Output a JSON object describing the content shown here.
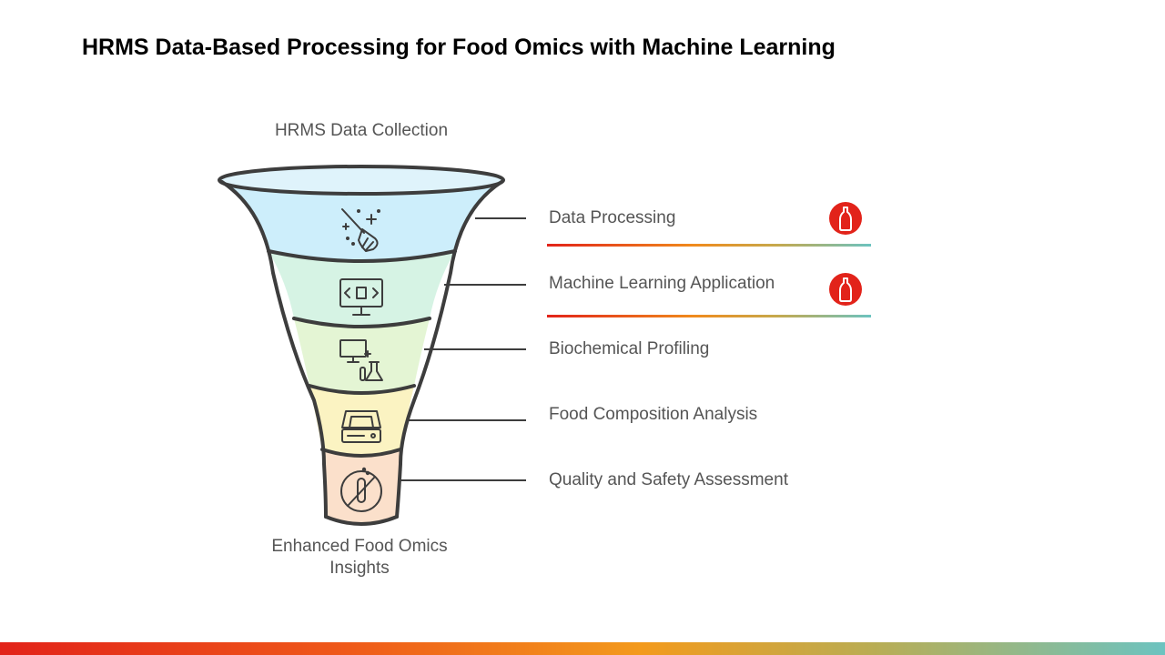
{
  "title": "HRMS Data-Based Processing for Food Omics with Machine Learning",
  "funnel": {
    "top_label": "HRMS Data Collection",
    "bottom_label_line1": "Enhanced Food Omics",
    "bottom_label_line2": "Insights",
    "stages": [
      {
        "label": "Data Processing",
        "icon": "broom-sparkle-icon",
        "color": "#cdeefb",
        "flagged": true
      },
      {
        "label": "Machine Learning Application",
        "icon": "monitor-code-icon",
        "color": "#d6f3e4",
        "flagged": true
      },
      {
        "label": "Biochemical Profiling",
        "icon": "computer-flask-icon",
        "color": "#e4f5d4",
        "flagged": false
      },
      {
        "label": "Food Composition Analysis",
        "icon": "scale-icon",
        "color": "#fbf3c2",
        "flagged": false
      },
      {
        "label": "Quality and Safety Assessment",
        "icon": "no-test-tube-icon",
        "color": "#fbe0cb",
        "flagged": false
      }
    ]
  },
  "colors": {
    "badge": "#e2231a",
    "accent_start": "#e2231a",
    "accent_end": "#6cc3c0"
  }
}
